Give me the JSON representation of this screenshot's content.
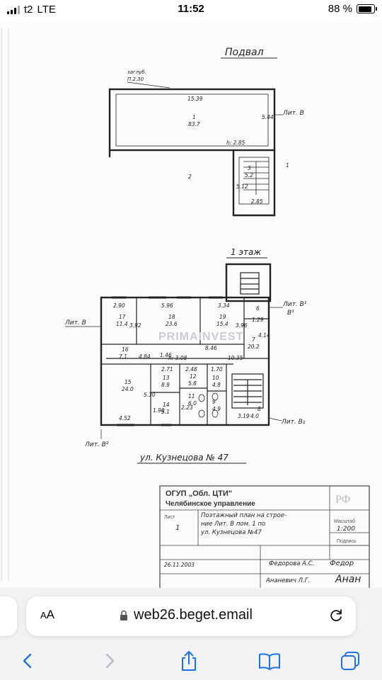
{
  "status_bar": {
    "carrier": "t2",
    "network": "LTE",
    "time": "11:52",
    "battery": "88 %",
    "battery_level": 0.88
  },
  "document": {
    "basement_title": "Подвал",
    "first_floor_title": "1 этаж",
    "note_zaglub": "заглуб.",
    "note_zaglub_value": "П.2.30",
    "lit_v": "Лит. В",
    "lit_v1": "Лит. В¹",
    "lit_v2": "Лит. В₂",
    "lit_v2b": "Лит. В²",
    "lit_b1": "В¹",
    "street": "ул. Кузнецова  № 47",
    "watermark": "PRIMAINVEST",
    "basement_rooms": [
      {
        "no": "1",
        "area": "83.7"
      },
      {
        "no": "2",
        "area": ""
      },
      {
        "no": "3",
        "area": "5.2"
      }
    ],
    "basement_dims": [
      "15.39",
      "5.44",
      "h: 2.85",
      "5.12",
      "2.85",
      "1"
    ],
    "floor_rooms": [
      {
        "no": "17",
        "area": "11.4"
      },
      {
        "no": "18",
        "area": "23.6"
      },
      {
        "no": "19",
        "area": "15.4"
      },
      {
        "no": "6",
        "area": "1.29"
      },
      {
        "no": "7",
        "area": "20.2"
      },
      {
        "no": "16",
        "area": "7.1"
      },
      {
        "no": "15",
        "area": "24.0"
      },
      {
        "no": "13",
        "area": "8.9"
      },
      {
        "no": "14",
        "area": "5.1"
      },
      {
        "no": "12",
        "area": "5.8"
      },
      {
        "no": "11",
        "area": "6.0"
      },
      {
        "no": "10",
        "area": "4.8"
      },
      {
        "no": "9",
        "area": "4.9"
      },
      {
        "no": "8",
        "area": ""
      }
    ],
    "floor_dims": [
      "2.90",
      "5.96",
      "3.92",
      "3.34",
      "3.96",
      "4.14",
      "4.84",
      "1.46",
      "h: 3.08",
      "8.46",
      "10.35",
      "2.71",
      "2.48",
      "1.70",
      "5.30",
      "4.52",
      "1.90",
      "3.19",
      "4.0",
      "2.23"
    ],
    "stamp": {
      "org": "ОГУП „Обл. ЦТИ\"",
      "branch": "Челябинское управление",
      "sheet_label": "Лист",
      "sheet_no": "1",
      "plan_l1": "Поэтажный план на строе-",
      "plan_l2": "ние  Лит. В  пом. 1  по",
      "plan_l3": "ул. Кузнецова  №47",
      "scale_label": "Масштаб",
      "scale": "1:200",
      "sign_label": "Подпись",
      "date": "26.11.2003",
      "person1": "Федорова А.С.",
      "person2": "Ананевич Л.Г.",
      "sig1": "Федор",
      "sig2": "Анан",
      "logo": "РФ"
    }
  },
  "browser": {
    "aa_label": "AA",
    "url": "web26.beget.email"
  },
  "icons": {
    "lock": "lock-icon",
    "reload": "reload-icon",
    "back": "chevron-left-icon",
    "forward": "chevron-right-icon",
    "share": "share-icon",
    "bookmarks": "book-icon",
    "tabs": "tabs-icon"
  },
  "colors": {
    "accent": "#1a73e8",
    "disabled": "#b9bcc4",
    "chrome_bg": "#f2f2f4"
  }
}
